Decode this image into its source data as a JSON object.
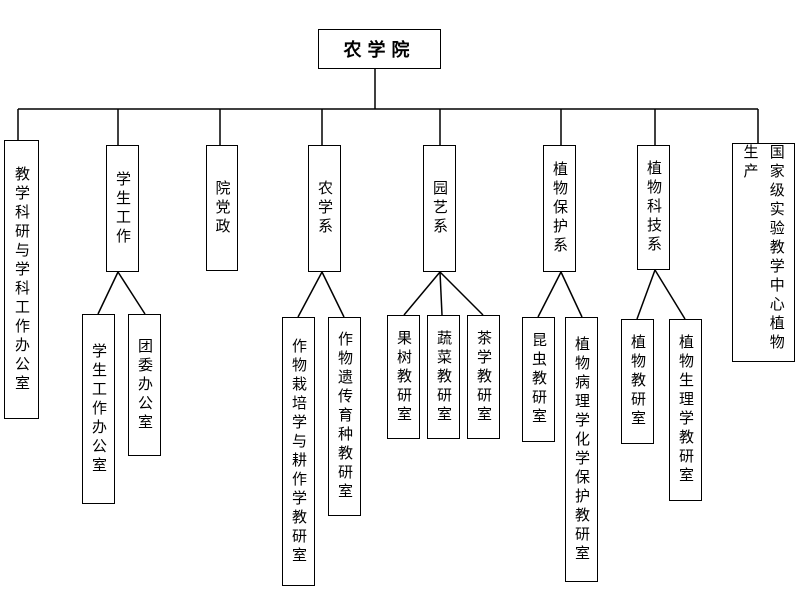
{
  "root": "农学院",
  "departments": [
    {
      "label": "教学科研与学科工作办公室"
    },
    {
      "label": "学生工作",
      "children": [
        "学生工作办公室",
        "团委办公室"
      ]
    },
    {
      "label": "院党政"
    },
    {
      "label": "农学系",
      "children": [
        "作物栽培学与耕作学教研室",
        "作物遗传育种教研室"
      ]
    },
    {
      "label": "园艺系",
      "children": [
        "果树教研室",
        "蔬菜教研室",
        "茶学教研室"
      ]
    },
    {
      "label": "植物保护系",
      "children": [
        "昆虫教研室",
        "植物病理学化学保护教研室"
      ]
    },
    {
      "label": "植物科技系",
      "children": [
        "植物教研室",
        "植物生理学教研室"
      ]
    },
    {
      "label": "国家级实验教学中心植物生产"
    }
  ]
}
